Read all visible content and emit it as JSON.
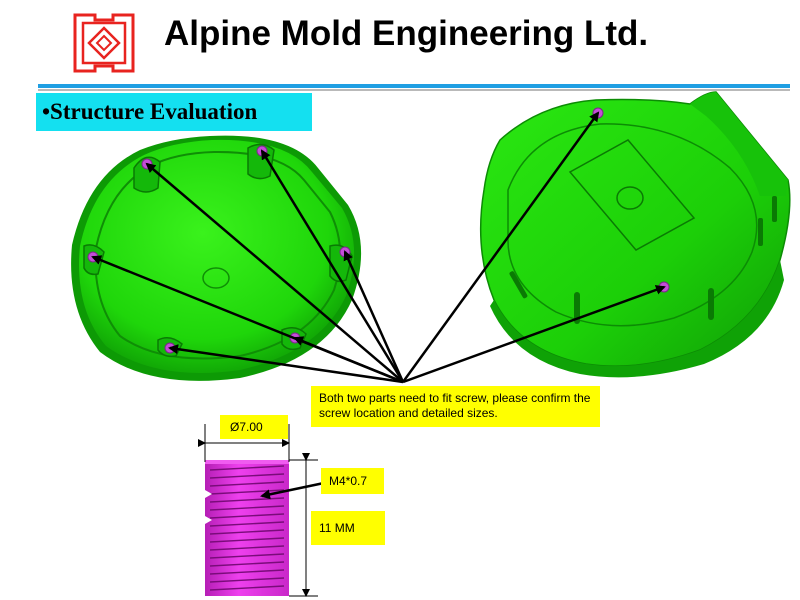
{
  "header": {
    "company_name": "Alpine Mold Engineering Ltd.",
    "logo_color": "#e8231f",
    "rule_color": "#1f9fe3"
  },
  "section": {
    "title": "•Structure Evaluation",
    "background": "#14e0f0"
  },
  "callout": {
    "text": "Both two parts need to fit screw, please confirm the screw location and detailed sizes.",
    "background": "#ffff00"
  },
  "screw": {
    "diameter_label": "Ø7.00",
    "thread_label": "M4*0.7",
    "length_label": "11 MM",
    "body_color": "#e22ee2"
  },
  "colors": {
    "part_green": "#22dd0a",
    "part_green_dark": "#0c8c05",
    "screw_hole": "#c44cd8"
  }
}
